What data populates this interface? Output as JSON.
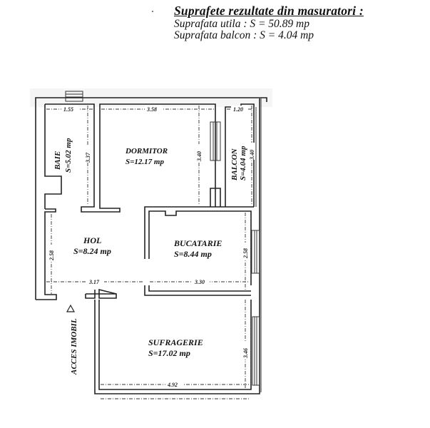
{
  "summary": {
    "title": "Suprafete rezultate din masuratori :",
    "usable_area": "Suprafata utila : S = 50.89 mp",
    "balcony_area": "Suprafata balcon : S = 4.04 mp"
  },
  "rooms": {
    "baie": {
      "name": "BAIE",
      "area": "S=5.02 mp"
    },
    "dormitor": {
      "name": "DORMITOR",
      "area": "S=12.17 mp"
    },
    "balcon": {
      "name": "BALCON",
      "area": "S=4.04 mp"
    },
    "hol": {
      "name": "HOL",
      "area": "S=8.24 mp"
    },
    "bucatarie": {
      "name": "BUCATARIE",
      "area": "S=8.44 mp"
    },
    "sufragerie": {
      "name": "SUFRAGERIE",
      "area": "S=17.02 mp"
    }
  },
  "dimensions": {
    "baie_width": "1.55",
    "baie_height": "3.37",
    "dormitor_width": "3.58",
    "dormitor_height": "3.40",
    "balcon_width": "1.20",
    "balcon_height": "3.40",
    "hol_height": "2.58",
    "hol_width": "3.17",
    "bucatarie_width": "3.30",
    "bucatarie_height": "2.58",
    "sufragerie_height": "3.46",
    "sufragerie_width": "4.92"
  },
  "entrance": {
    "label": "ACCES IMOBIL"
  }
}
